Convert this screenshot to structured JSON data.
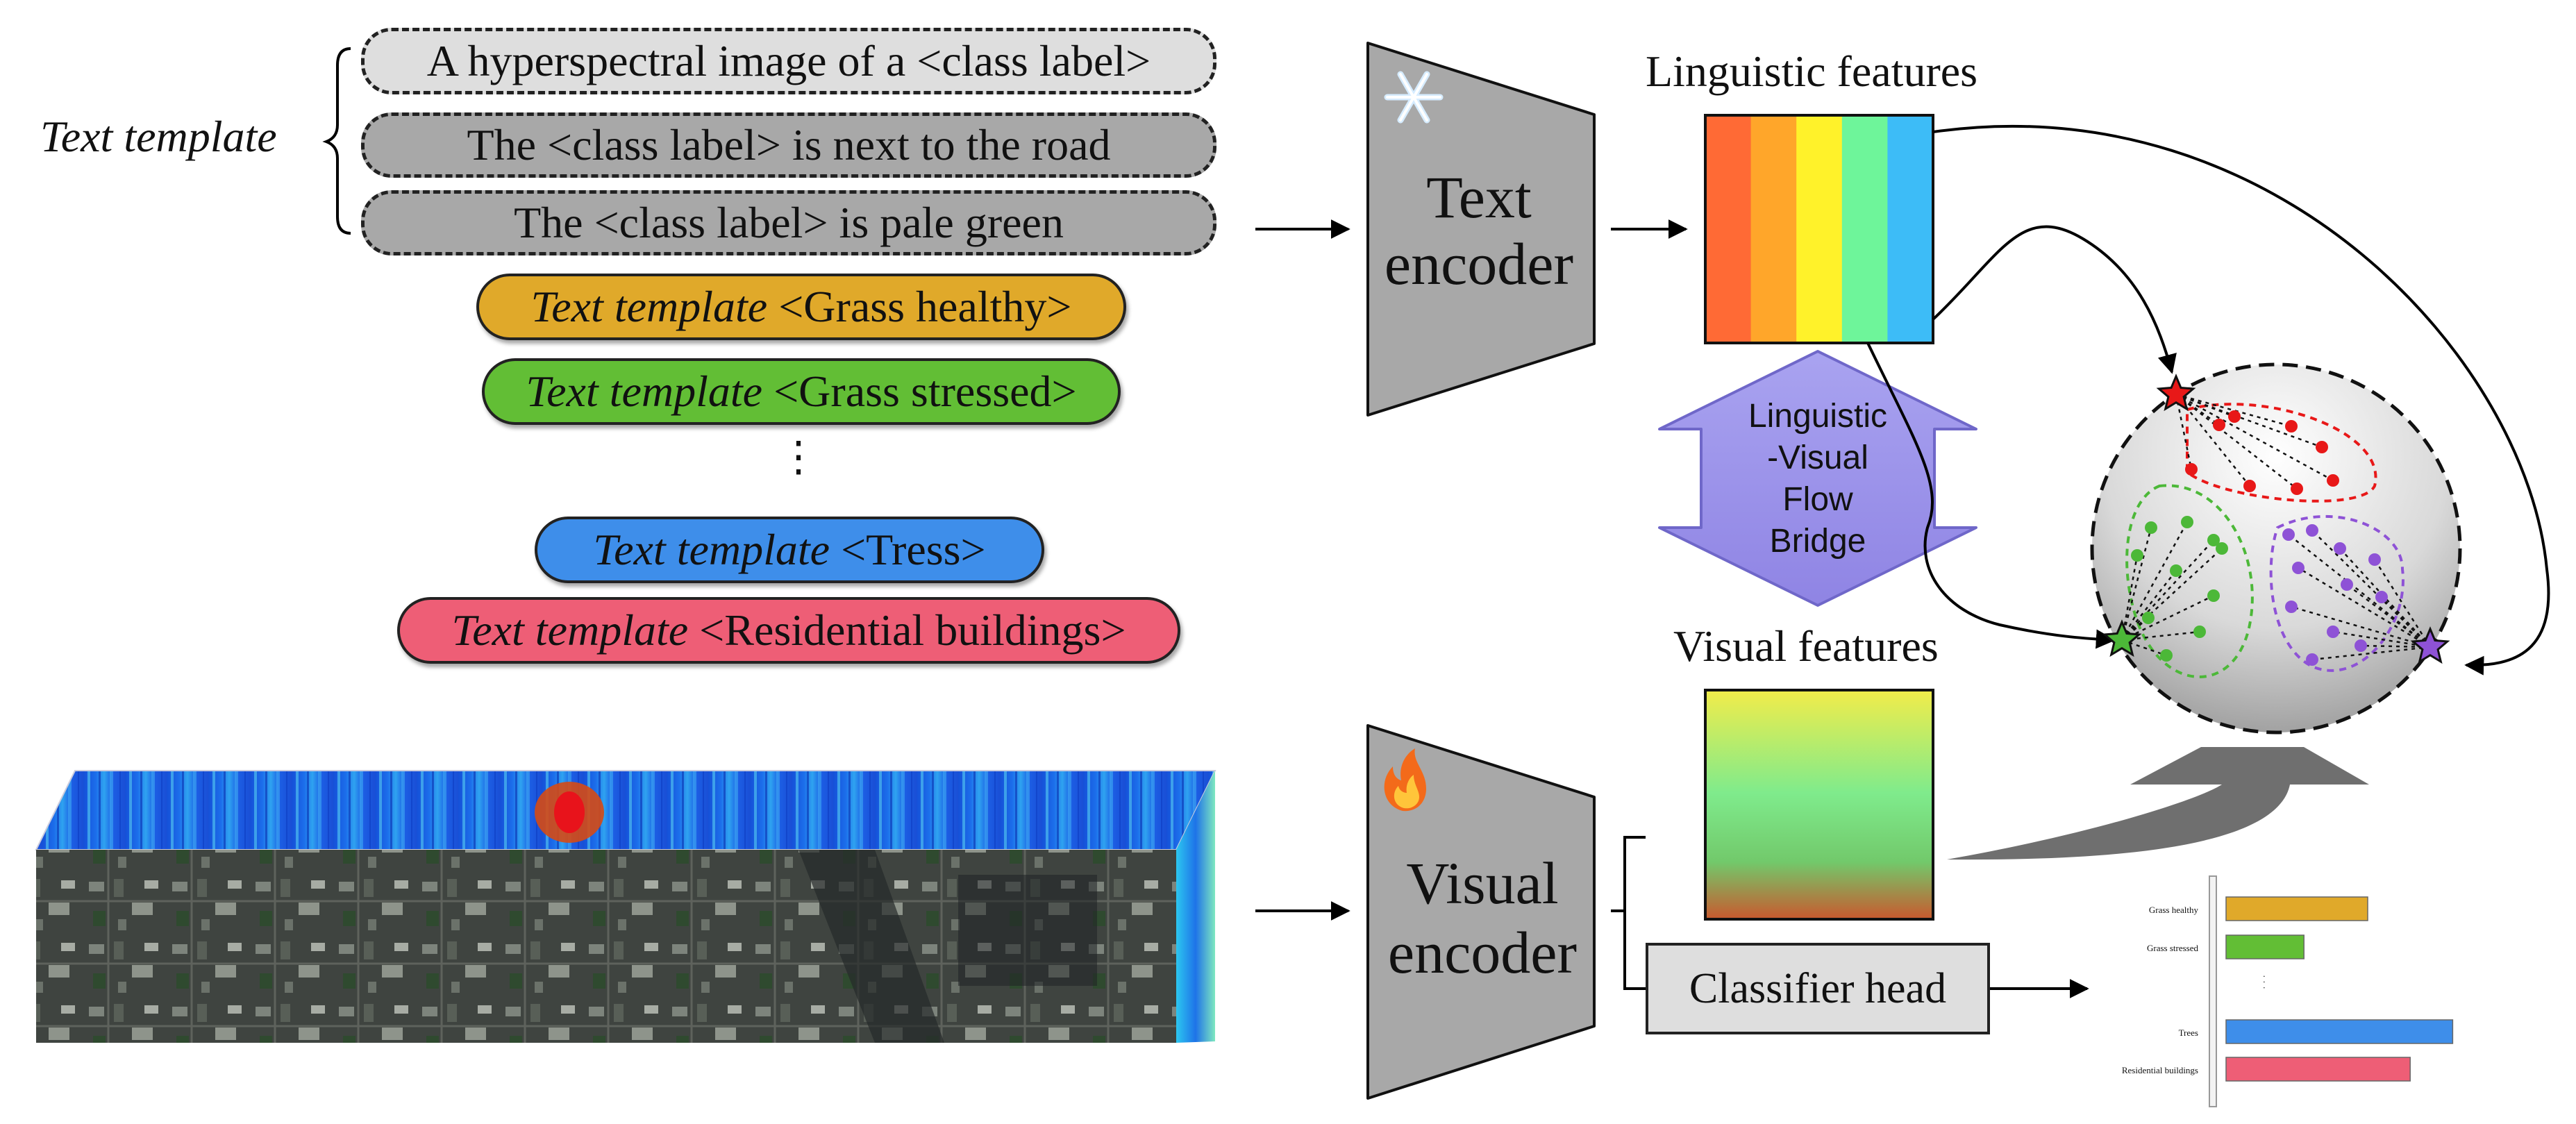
{
  "text_template_label": "Text template",
  "templates": [
    "A hyperspectral image of a <class label>",
    "The <class label> is next to the road",
    "The <class label> is pale green"
  ],
  "classes": [
    {
      "prefix": "Text template",
      "suffix": " <Grass healthy>",
      "color": "#E0A92A"
    },
    {
      "prefix": "Text template",
      "suffix": " <Grass stressed>",
      "color": "#62BE35"
    },
    {
      "prefix": "Text template",
      "suffix": " <Tress>",
      "color": "#3E8EEA"
    },
    {
      "prefix": "Text template",
      "suffix": " <Residential buildings>",
      "color": "#EE5E76"
    }
  ],
  "ellipsis": "⋮",
  "text_encoder": {
    "line1": "Text",
    "line2": "encoder",
    "icon": "snowflake-icon"
  },
  "visual_encoder": {
    "line1": "Visual",
    "line2": "encoder",
    "icon": "fire-icon"
  },
  "linguistic_features_label": "Linguistic features",
  "visual_features_label": "Visual features",
  "bridge_label": {
    "line1": "Linguistic",
    "line2": "-Visual",
    "line3": "Flow",
    "line4": "Bridge"
  },
  "classifier_head_label": "Classifier head",
  "feature_stripes": [
    "#FF6A35",
    "#FFA62A",
    "#FFF22A",
    "#6EF59A",
    "#3DBCF7"
  ],
  "bar_chart": {
    "categories": [
      "Grass healthy",
      "Grass stressed",
      "Trees",
      "Residential buildings"
    ],
    "values": [
      0.6,
      0.33,
      0.96,
      0.78
    ],
    "colors": [
      "#E0A92A",
      "#62BE35",
      "#3E8EEA",
      "#EE5E76"
    ],
    "ellipsis": "·  ·  ·"
  }
}
